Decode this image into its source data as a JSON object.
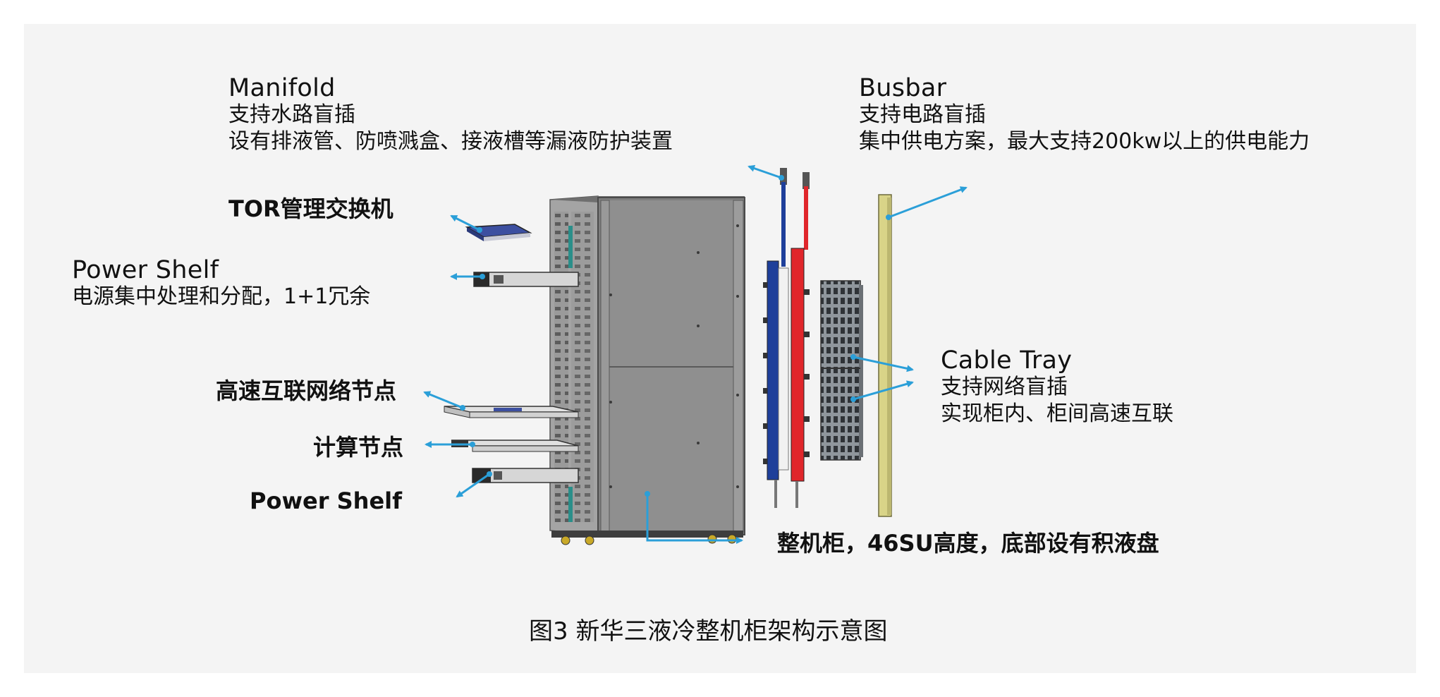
{
  "manifold": {
    "title": "Manifold",
    "line1": "支持水路盲插",
    "line2": "设有排液管、防喷溅盒、接液槽等漏液防护装置"
  },
  "busbar": {
    "title": "Busbar",
    "line1": "支持电路盲插",
    "line2": "集中供电方案，最大支持200kw以上的供电能力"
  },
  "tor": {
    "label": "TOR管理交换机"
  },
  "power_shelf_top": {
    "title": "Power Shelf",
    "line1": "电源集中处理和分配，1+1冗余"
  },
  "interconnect_node": {
    "label": "高速互联网络节点"
  },
  "compute_node": {
    "label": "计算节点"
  },
  "power_shelf_bottom": {
    "label": "Power Shelf"
  },
  "cable_tray": {
    "title": "Cable Tray",
    "line1": "支持网络盲插",
    "line2": "实现柜内、柜间高速互联"
  },
  "cabinet": {
    "label": "整机柜，46SU高度，底部设有积液盘"
  },
  "caption": "图3 新华三液冷整机柜架构示意图",
  "colors": {
    "arrow": "#2b9fd8",
    "cabinet": "#8e8e8e",
    "manifold_blue": "#1e3f9a",
    "manifold_red": "#e0262b",
    "busbar": "#d9d488",
    "background": "#f4f4f4"
  }
}
